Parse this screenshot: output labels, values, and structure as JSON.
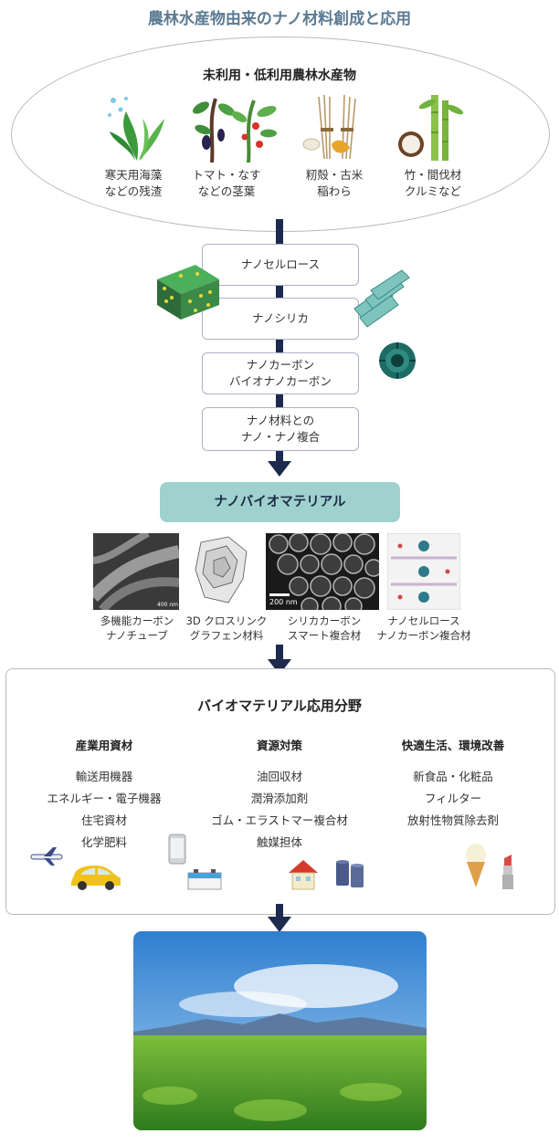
{
  "title": "農林水産物由来のナノ材料創成と応用",
  "sources": {
    "heading": "未利用・低利用農林水産物",
    "items": [
      {
        "line1": "寒天用海藻",
        "line2": "などの残渣"
      },
      {
        "line1": "トマト・なす",
        "line2": "などの茎葉"
      },
      {
        "line1": "籾殻・古米",
        "line2": "稲わら"
      },
      {
        "line1": "竹・間伐材",
        "line2": "クルミなど"
      }
    ]
  },
  "nano_steps": [
    {
      "line1": "ナノセルロース",
      "line2": ""
    },
    {
      "line1": "ナノシリカ",
      "line2": ""
    },
    {
      "line1": "ナノカーボン",
      "line2": "バイオナノカーボン"
    },
    {
      "line1": "ナノ材料との",
      "line2": "ナノ・ナノ複合"
    }
  ],
  "nanobio_label": "ナノバイオマテリアル",
  "materials": [
    {
      "line1": "多機能カーボン",
      "line2": "ナノチューブ",
      "scale": "400 nm"
    },
    {
      "line1": "3D クロスリンク",
      "line2": "グラフェン材料",
      "scale": ""
    },
    {
      "line1": "シリカカーボン",
      "line2": "スマート複合材",
      "scale": "200 nm"
    },
    {
      "line1": "ナノセルロース",
      "line2": "ナノカーボン複合材",
      "scale": ""
    }
  ],
  "applications": {
    "heading": "バイオマテリアル応用分野",
    "columns": [
      {
        "title": "産業用資材",
        "items": [
          "輸送用機器",
          "エネルギー・電子機器",
          "住宅資材",
          "化学肥料"
        ]
      },
      {
        "title": "資源対策",
        "items": [
          "油回収材",
          "潤滑添加剤",
          "ゴム・エラストマー複合材",
          "触媒担体"
        ]
      },
      {
        "title": "快適生活、環境改善",
        "items": [
          "新食品・化粧品",
          "フィルター",
          "放射性物質除去剤"
        ]
      }
    ]
  },
  "colors": {
    "title": "#5a7a92",
    "arrow": "#1d2a4e",
    "nanobio_fill": "#9fd1ce",
    "box_border": "#aab0cc"
  },
  "icons": [
    "seaweed-icon",
    "tomato-plant-icon",
    "rice-straw-icon",
    "bamboo-coconut-icon",
    "nanocellulose-icon",
    "nanosilica-icon",
    "nanocarbon-icon",
    "airplane-icon",
    "car-icon",
    "phone-icon",
    "battery-icon",
    "house-icon",
    "oil-drum-icon",
    "ice-cream-icon",
    "lipstick-icon"
  ]
}
